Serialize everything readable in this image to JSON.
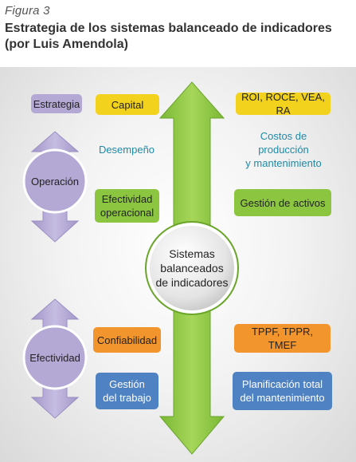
{
  "figure": {
    "label": "Figura 3",
    "title_line1": "Estrategia de los sistemas balanceado de indicadores",
    "title_line2": "(por Luis Amendola)"
  },
  "center": {
    "line1": "Sistemas",
    "line2": "balanceados",
    "line3": "de indicadores"
  },
  "left": {
    "estrategia": "Estrategia",
    "operacion": "Operación",
    "efectividad": "Efectividad"
  },
  "middle": {
    "capital": "Capital",
    "desempeno": "Desempeño",
    "efectividad_op_1": "Efectividad",
    "efectividad_op_2": "operacional",
    "confiabilidad": "Confiabilidad",
    "gestion_1": "Gestión",
    "gestion_2": "del trabajo"
  },
  "right": {
    "roi": "ROI, ROCE, VEA, RA",
    "costos_1": "Costos de producción",
    "costos_2": "y mantenimiento",
    "activos": "Gestión de activos",
    "tppf": "TPPF, TPPR, TMEF",
    "planif_1": "Planificación total",
    "planif_2": "del mantenimiento"
  },
  "colors": {
    "yellow": "#f2d21c",
    "lavender": "#b4a8d4",
    "green": "#8cc641",
    "orange": "#f2952c",
    "blue": "#4f82c3",
    "cyan_text": "#1f8aa8"
  }
}
